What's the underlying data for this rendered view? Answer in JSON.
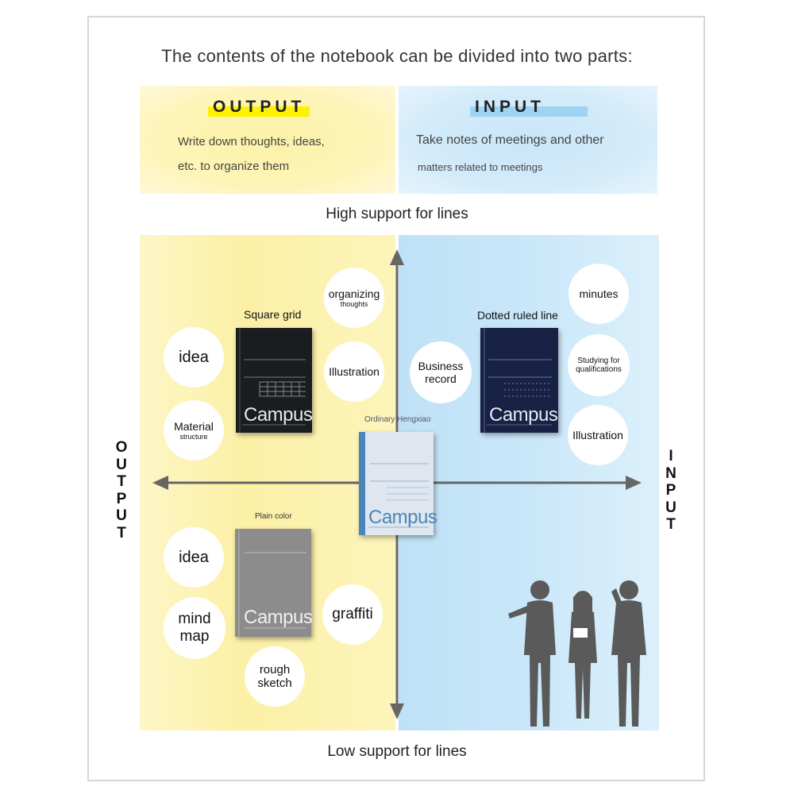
{
  "title": "The contents of the notebook can be divided into two parts:",
  "output_panel": {
    "tag": "OUTPUT",
    "line1": "Write down thoughts, ideas,",
    "line2": "etc. to organize them"
  },
  "input_panel": {
    "tag": "INPUT",
    "line1": "Take notes of meetings and other",
    "line2": "matters related to meetings"
  },
  "high_label": "High support for lines",
  "low_label": "Low support for lines",
  "axis_left": [
    "O",
    "U",
    "T",
    "P",
    "U",
    "T"
  ],
  "axis_right": [
    "I",
    "N",
    "P",
    "U",
    "T"
  ],
  "notebooks": {
    "square_grid": {
      "label": "Square grid",
      "brand": "Campus",
      "color": "#1a1c1f"
    },
    "dotted_ruled": {
      "label": "Dotted ruled line",
      "brand": "Campus",
      "color": "#172245"
    },
    "ordinary": {
      "label": "Ordinary Hengxiao",
      "brand": "Campus",
      "color": "#dfe6ef",
      "accent": "#4b86b9"
    },
    "plain": {
      "label": "Plain color",
      "brand": "Campus",
      "color": "#8c8c8c"
    }
  },
  "bubbles": {
    "organizing_main": "organizing",
    "organizing_sub": "thoughts",
    "idea_top": "idea",
    "illustration_left": "Illustration",
    "material_main": "Material",
    "material_sub": "structure",
    "minutes": "minutes",
    "business_line1": "Business",
    "business_line2": "record",
    "studying_line1": "Studying for",
    "studying_line2": "qualifications",
    "illustration_right": "Illustration",
    "idea_bottom": "idea",
    "mindmap_line1": "mind",
    "mindmap_line2": "map",
    "graffiti": "graffiti",
    "rough_line1": "rough",
    "rough_line2": "sketch"
  }
}
